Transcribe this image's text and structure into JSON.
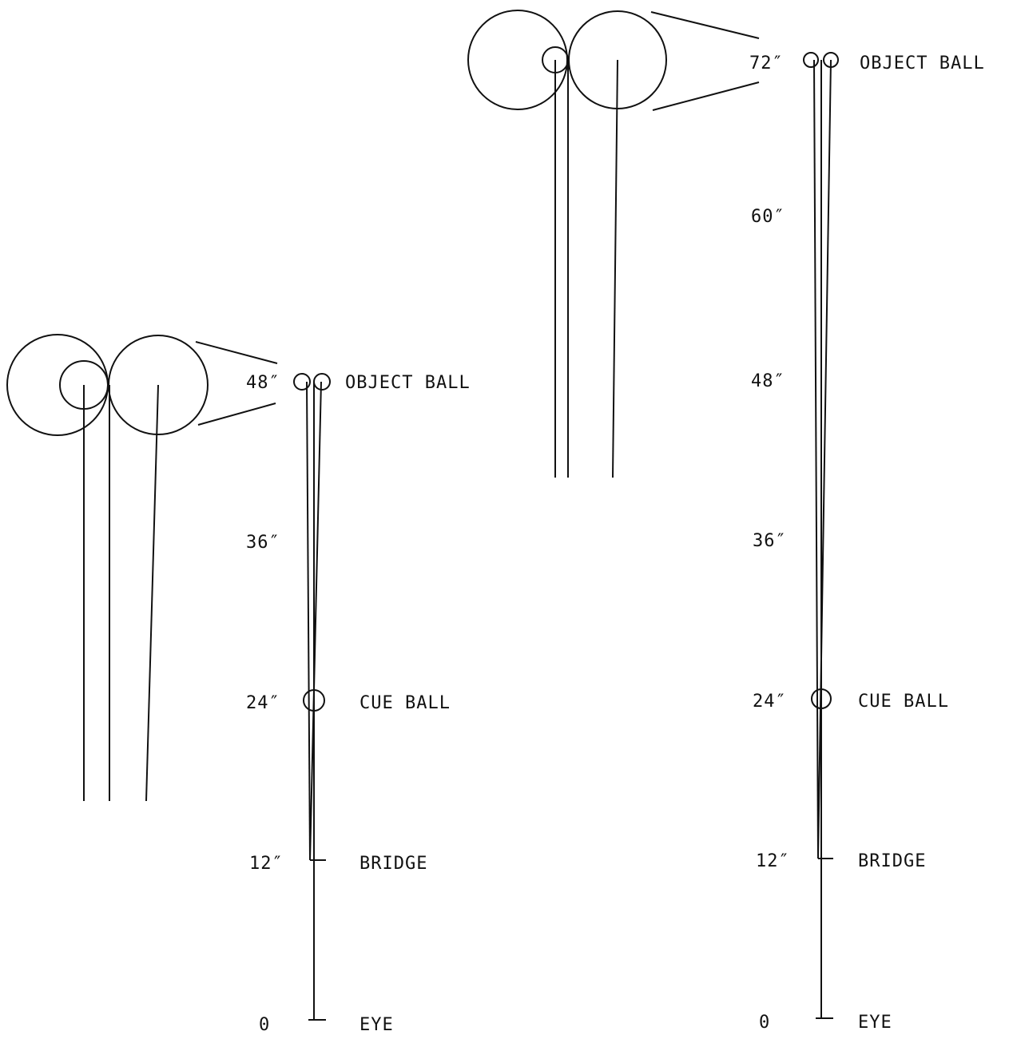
{
  "left_diagram": {
    "ticks": [
      "48″",
      "36″",
      "24″",
      "12″",
      "0"
    ],
    "labels": {
      "object_ball": "OBJECT BALL",
      "cue_ball": "CUE BALL",
      "bridge": "BRIDGE",
      "eye": "EYE"
    }
  },
  "right_diagram": {
    "ticks": [
      "72″",
      "60″",
      "48″",
      "36″",
      "24″",
      "12″",
      "0"
    ],
    "labels": {
      "object_ball": "OBJECT BALL",
      "cue_ball": "CUE BALL",
      "bridge": "BRIDGE",
      "eye": "EYE"
    }
  }
}
